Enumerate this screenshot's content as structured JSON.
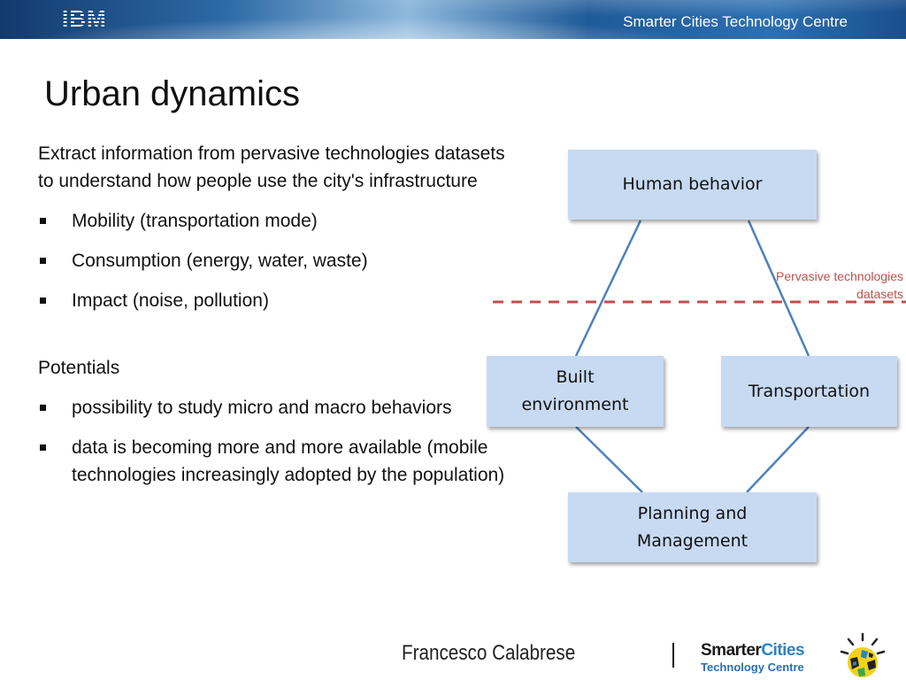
{
  "header": {
    "logo": "IBM",
    "title": "Smarter Cities Technology Centre"
  },
  "slide": {
    "title": "Urban dynamics"
  },
  "content": {
    "intro": "Extract information from pervasive technologies datasets to understand how people use the city's infrastructure",
    "intro_bullets": [
      "Mobility (transportation mode)",
      "Consumption (energy, water, waste)",
      "Impact (noise, pollution)"
    ],
    "potentials_heading": "Potentials",
    "potentials_bullets": [
      "possibility to study micro and macro behaviors",
      "data is becoming more and more available (mobile technologies increasingly adopted by the population)"
    ]
  },
  "diagram": {
    "nodes": {
      "human_behavior": "Human behavior",
      "built_environment_line1": "Built",
      "built_environment_line2": "environment",
      "transportation": "Transportation",
      "planning_line1": "Planning and",
      "planning_line2": "Management"
    },
    "divider_label_line1": "Pervasive technologies",
    "divider_label_line2": "datasets",
    "colors": {
      "box_fill": "#c7daf2",
      "connector": "#4f81bd",
      "divider": "#c0504d"
    }
  },
  "footer": {
    "presenter": "Francesco Calabrese",
    "logo_smarter": "Smarter",
    "logo_cities": "Cities",
    "logo_sub": "Technology Centre"
  }
}
